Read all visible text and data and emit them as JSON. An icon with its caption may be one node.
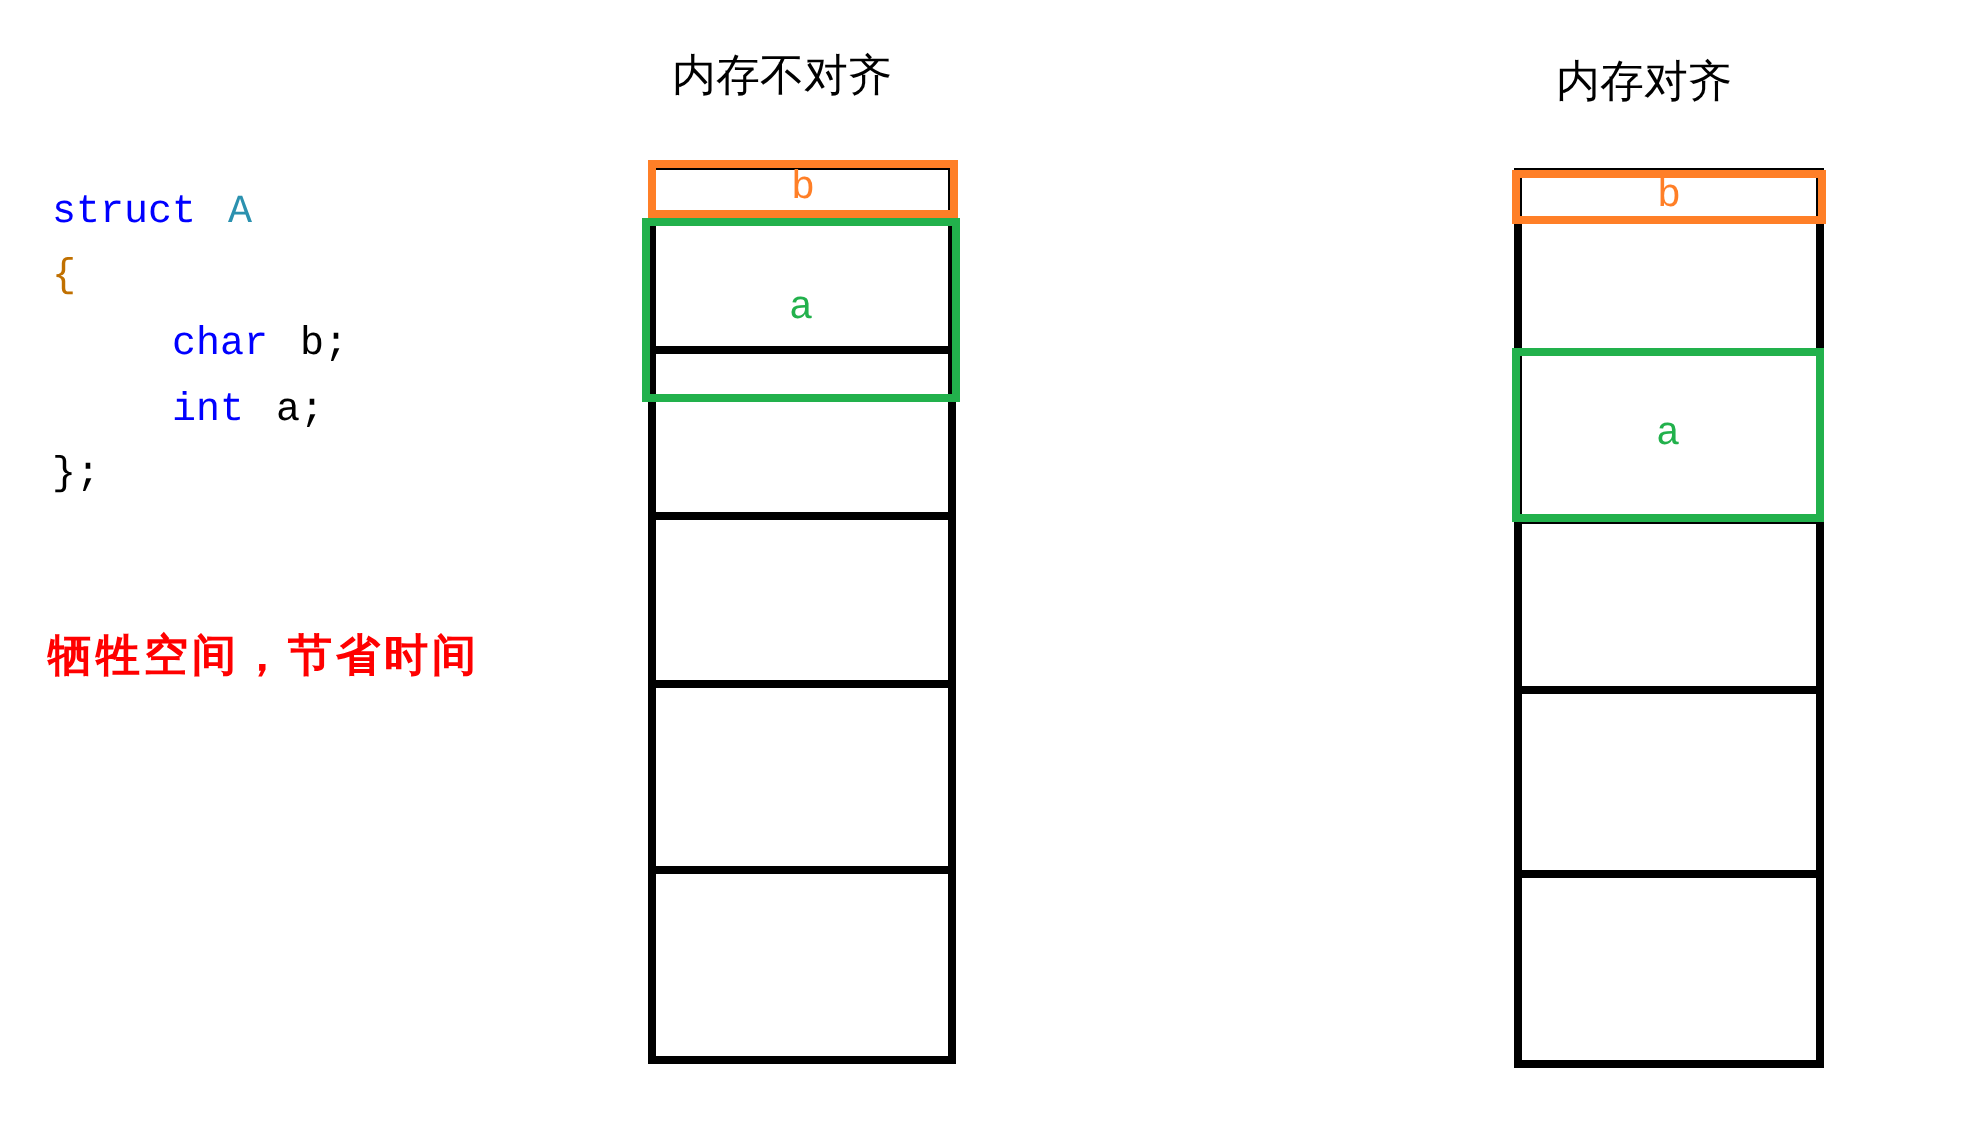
{
  "diagram": {
    "nodes": [
      {
        "text": [],
        "shape": "box"
      },
      {
        "text": [
          "b"
        ],
        "in": 0
      },
      {
        "text": [
          "a"
        ],
        "in": 0
      },
      {
        "text": [],
        "shape": "box",
        "in": 0
      },
      {
        "text": [],
        "shape": "box",
        "in": 0
      },
      {
        "text": [],
        "shape": "box",
        "in": 0
      },
      {
        "text": [],
        "shape": "box",
        "in": 0
      },
      {
        "text": [],
        "shape": "box"
      },
      {
        "text": [
          "b"
        ],
        "in": 7
      },
      {
        "text": [
          "a"
        ],
        "in": 7
      },
      {
        "text": [],
        "shape": "box",
        "in": 7
      },
      {
        "text": [],
        "shape": "box",
        "in": 7
      },
      {
        "text": [],
        "shape": "box",
        "in": 7
      }
    ],
    "labels": [
      "内存不对齐",
      "内存对齐",
      "struct",
      "A",
      "{",
      "char",
      "b;",
      "int",
      "a;",
      "};",
      "牺牲空间，节省时间"
    ]
  }
}
